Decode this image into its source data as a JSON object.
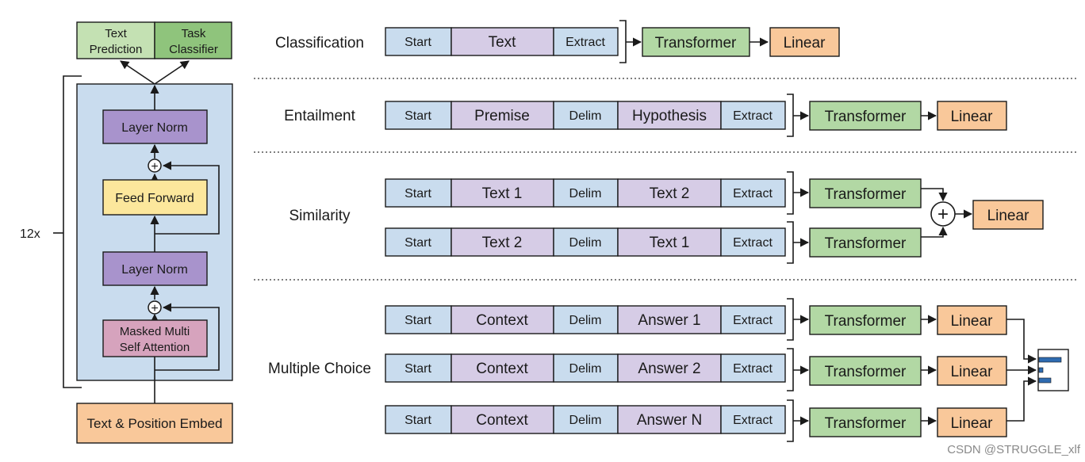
{
  "colors": {
    "token": "#c9dcee",
    "text_token": "#d6cce6",
    "transformer": "#b2d8a4",
    "linear": "#f9c89a",
    "panel": "#c9dcee",
    "layer_norm": "#a893cc",
    "feed_forward": "#fce79c",
    "attention": "#d6a3bd",
    "embed": "#f9c89a",
    "head_text": "#c4e1b3",
    "head_task": "#8fc47c",
    "output_bar": "#2e6bb0"
  },
  "architecture": {
    "repeat_label": "12x",
    "head_text_prediction": [
      "Text",
      "Prediction"
    ],
    "head_task_classifier": [
      "Task",
      "Classifier"
    ],
    "layer_norm_top": "Layer Norm",
    "feed_forward": "Feed Forward",
    "layer_norm_bottom": "Layer Norm",
    "attention": [
      "Masked Multi",
      "Self Attention"
    ],
    "embed": "Text & Position Embed",
    "plus_symbol": "+"
  },
  "tasks": {
    "classification": "Classification",
    "entailment": "Entailment",
    "similarity": "Similarity",
    "multiple_choice": "Multiple Choice"
  },
  "token_labels": {
    "start": "Start",
    "extract": "Extract",
    "delim": "Delim",
    "text": "Text",
    "premise": "Premise",
    "hypothesis": "Hypothesis",
    "text_1": "Text 1",
    "text_2": "Text 2",
    "context": "Context",
    "answer_1": "Answer 1",
    "answer_2": "Answer 2",
    "answer_n": "Answer N"
  },
  "blocks": {
    "transformer": "Transformer",
    "linear": "Linear",
    "plus_symbol": "+"
  },
  "watermark": "CSDN @STRUGGLE_xlf"
}
